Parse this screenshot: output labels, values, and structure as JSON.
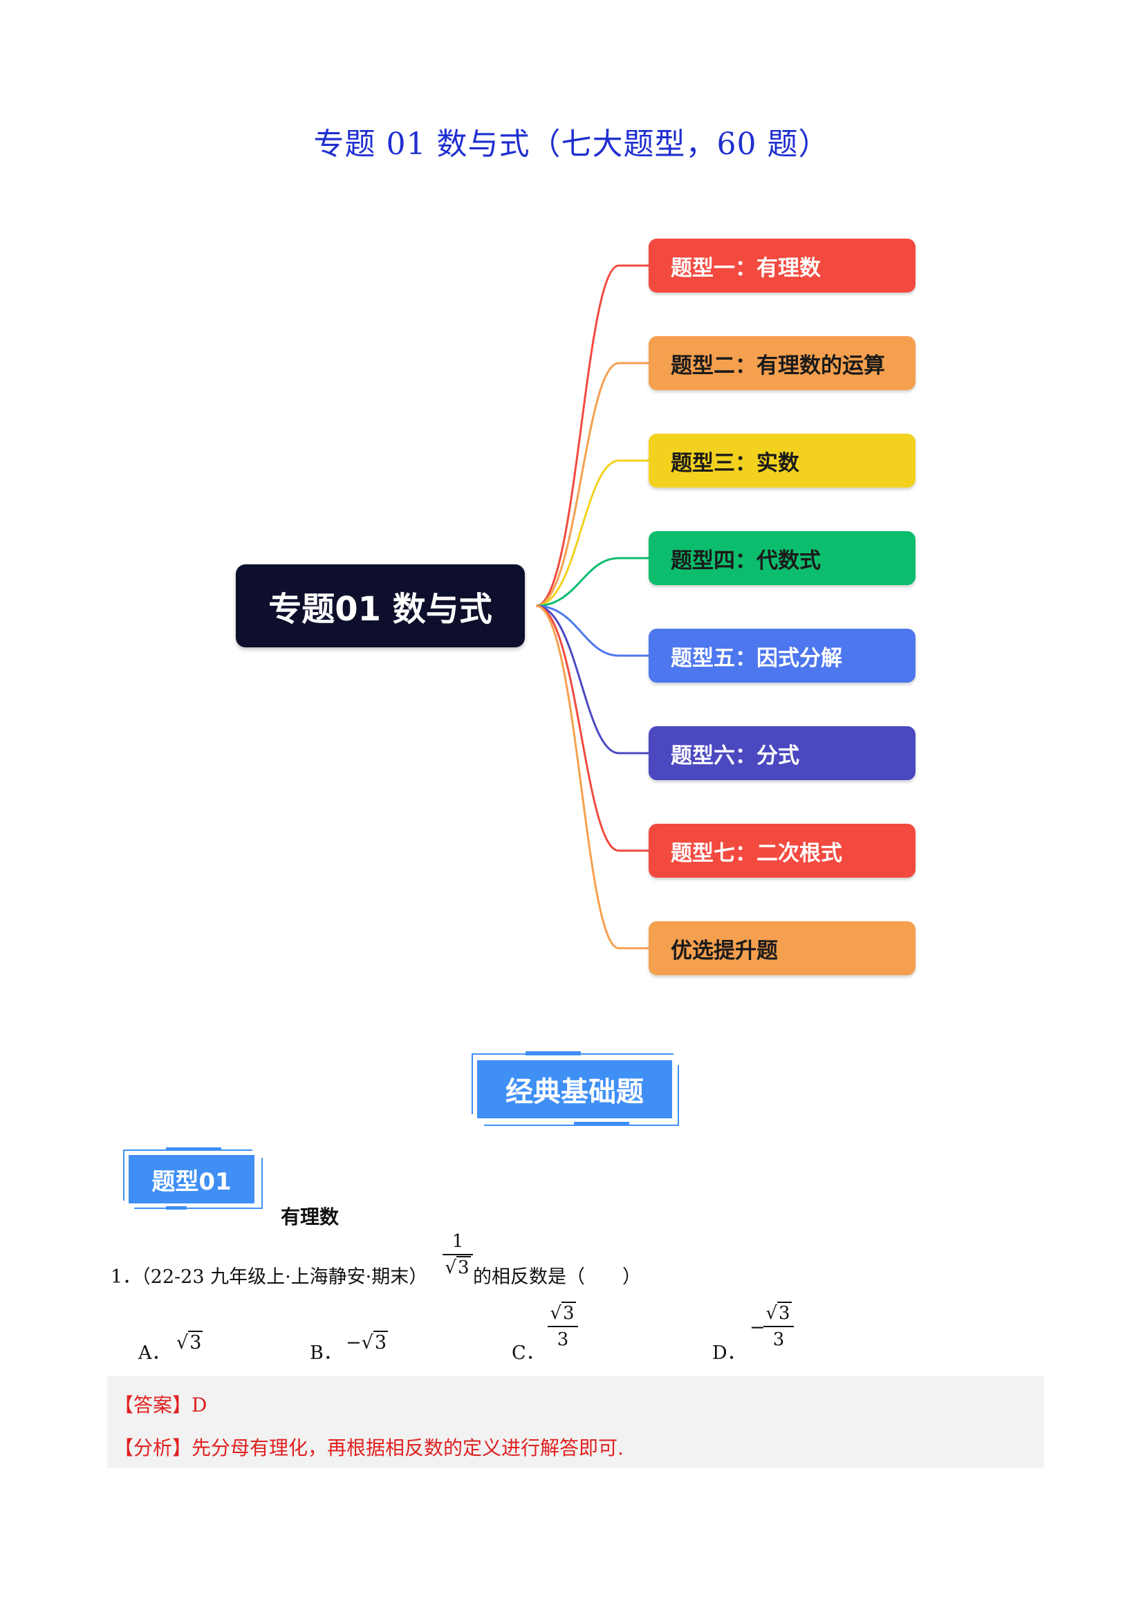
{
  "document": {
    "title": "专题 01  数与式（七大题型，60 题）"
  },
  "mindmap": {
    "root": "专题01 数与式",
    "branches": [
      {
        "label": "题型一：有理数",
        "color": "#f24a3f",
        "text_color": "#ffffff"
      },
      {
        "label": "题型二：有理数的运算",
        "color": "#f5a04f",
        "text_color": "#1a1a1a"
      },
      {
        "label": "题型三：实数",
        "color": "#f2d21f",
        "text_color": "#1a1a1a"
      },
      {
        "label": "题型四：代数式",
        "color": "#0cbd6d",
        "text_color": "#1a1a1a"
      },
      {
        "label": "题型五：因式分解",
        "color": "#4d77ee",
        "text_color": "#ffffff"
      },
      {
        "label": "题型六：分式",
        "color": "#4b48c0",
        "text_color": "#ffffff"
      },
      {
        "label": "题型七：二次根式",
        "color": "#f24a3f",
        "text_color": "#ffffff"
      },
      {
        "label": "优选提升题",
        "color": "#f5a04f",
        "text_color": "#1a1a1a"
      }
    ]
  },
  "section": {
    "banner": "经典基础题",
    "type_badge": "题型01",
    "type_name": "有理数"
  },
  "question1": {
    "prefix": "1．（22-23 九年级上·上海静安·期末）",
    "frac_num": "1",
    "frac_den_radicand": "3",
    "suffix": "的相反数是（　　）",
    "options": [
      {
        "letter": "A．",
        "sign": "",
        "radicand": "3",
        "den": ""
      },
      {
        "letter": "B．",
        "sign": "−",
        "radicand": "3",
        "den": ""
      },
      {
        "letter": "C．",
        "sign": "",
        "radicand": "3",
        "den": "3"
      },
      {
        "letter": "D．",
        "sign": "−",
        "radicand": "3",
        "den": "3"
      }
    ]
  },
  "answer": {
    "answer_tag": "【答案】",
    "answer_value": "D",
    "analysis_tag": "【分析】",
    "analysis_text": "先分母有理化，再根据相反数的定义进行解答即可."
  }
}
